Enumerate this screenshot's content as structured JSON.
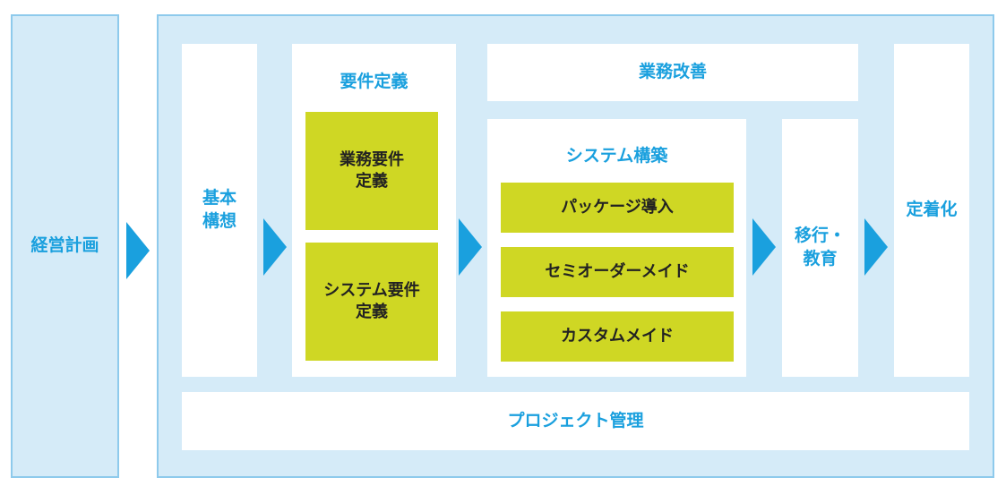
{
  "keiei": "経営計画",
  "kihon": [
    "基本",
    "構想"
  ],
  "youken": {
    "title": "要件定義",
    "gyoumu": [
      "業務要件",
      "定義"
    ],
    "system": [
      "システム要件",
      "定義"
    ]
  },
  "gyoumu_kaizen": "業務改善",
  "system_kouchiku": {
    "title": "システム構築",
    "items": [
      "パッケージ導入",
      "セミオーダーメイド",
      "カスタムメイド"
    ]
  },
  "ikou": [
    "移行・",
    "教育"
  ],
  "teichaku": "定着化",
  "project": "プロジェクト管理",
  "colors": {
    "accent": "#1aa0de",
    "panel": "#d5ebf8",
    "yellow": "#cfd724"
  }
}
